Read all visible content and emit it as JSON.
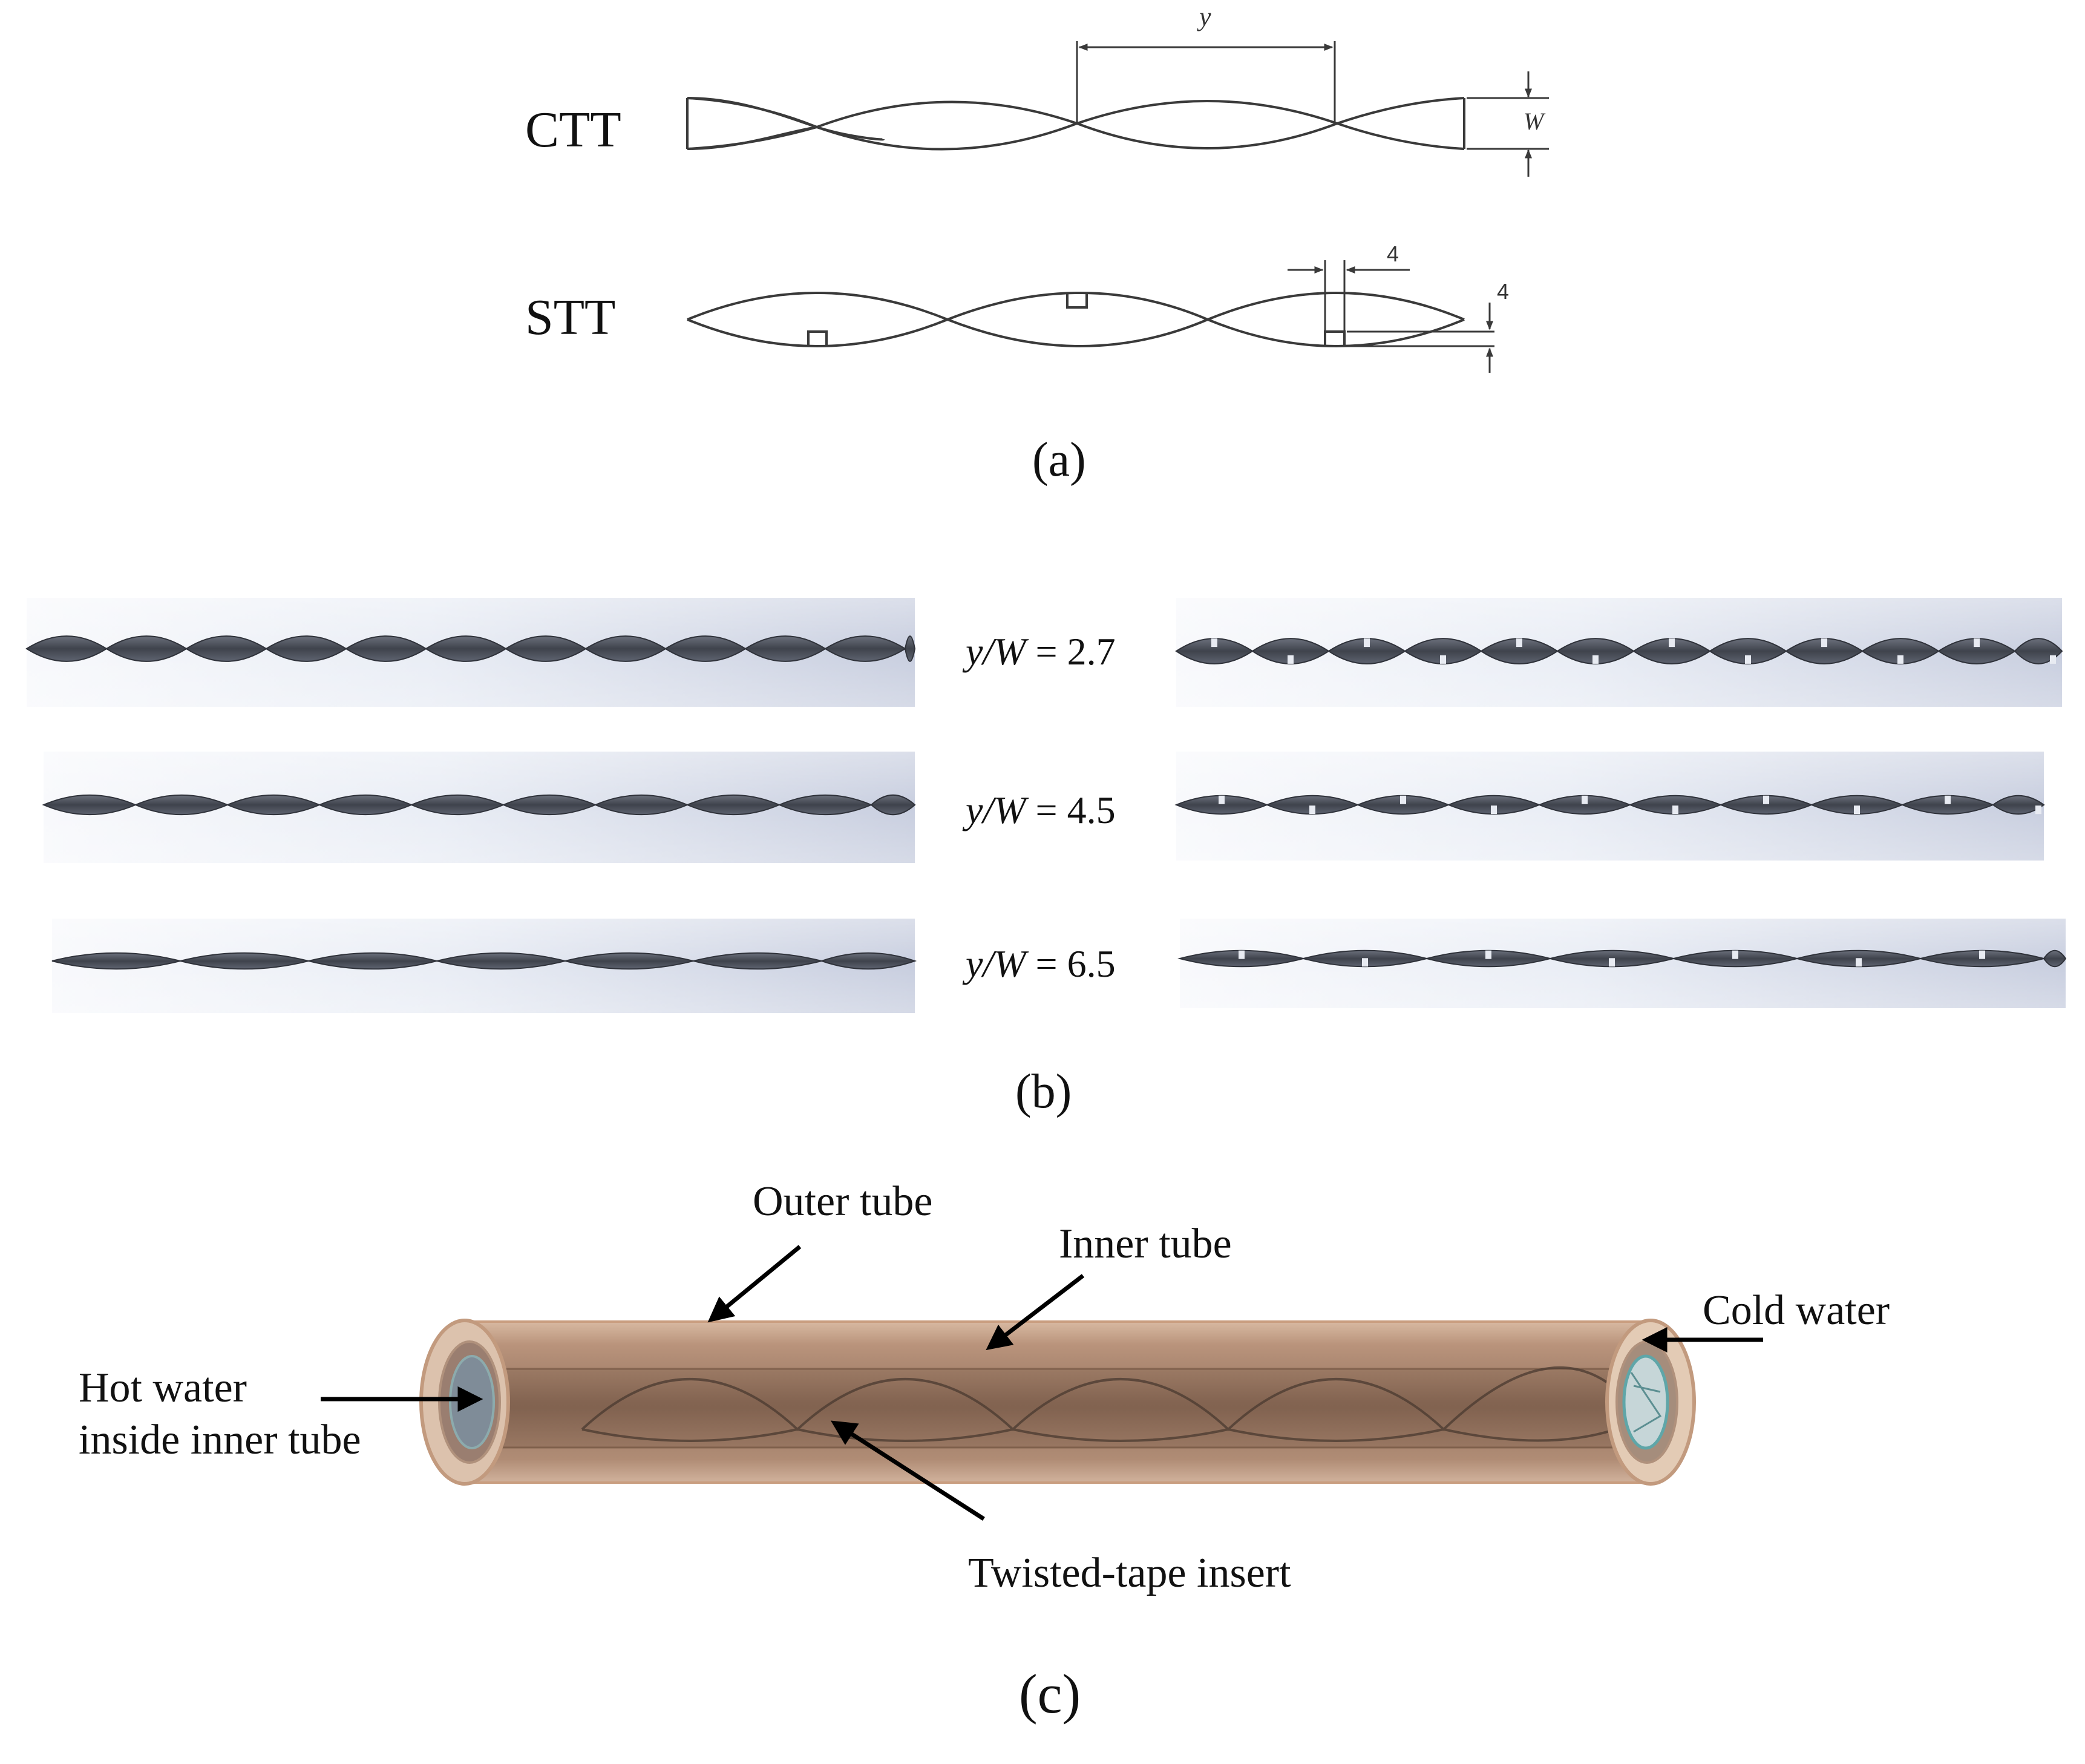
{
  "panel_a": {
    "ctt_label": "CTT",
    "stt_label": "STT",
    "pitch_symbol": "y",
    "width_symbol": "W",
    "slot_width_dim": "4",
    "slot_depth_dim": "4",
    "caption": "(a)"
  },
  "panel_b": {
    "rows": [
      {
        "ratio_symbol": "y/W",
        "ratio_text": " = 2.7"
      },
      {
        "ratio_symbol": "y/W",
        "ratio_text": " = 4.5"
      },
      {
        "ratio_symbol": "y/W",
        "ratio_text": " = 6.5"
      }
    ],
    "caption": "(b)"
  },
  "panel_c": {
    "outer_tube": "Outer tube",
    "inner_tube": "Inner tube",
    "cold_water": "Cold water",
    "hot_water_line1": "Hot water",
    "hot_water_line2": "inside inner tube",
    "insert": "Twisted-tape insert",
    "caption": "(c)"
  },
  "colors": {
    "line": "#3a3a3a",
    "tape_dark": "#4a4e58",
    "tape_light": "#9aa0ad",
    "panel_bg_left": "#f7f8fb",
    "panel_bg_right": "#c9cfe0",
    "outer_tube": "#b8876a",
    "outer_tube_rim": "#d8b69a",
    "inner_tube": "#7a5c48",
    "inner_bore": "#9cc4c4"
  }
}
